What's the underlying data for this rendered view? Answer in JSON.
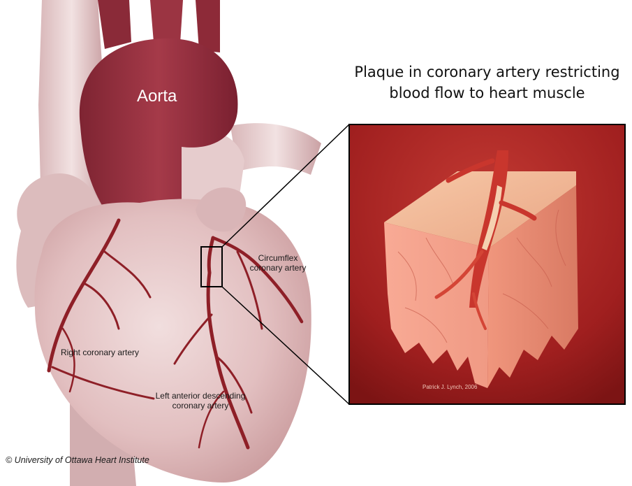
{
  "title": "Plaque in coronary artery restricting blood flow to heart muscle",
  "labels": {
    "aorta": "Aorta",
    "circumflex": "Circumflex coronary artery",
    "right_coronary": "Right coronary artery",
    "lad": "Left anterior descending coronary artery"
  },
  "credit": "© University of Ottawa Heart Institute",
  "inset_signature": "Patrick J. Lynch, 2006",
  "colors": {
    "heart_muscle": "#e8c9c9",
    "aorta": "#9a2f3e",
    "artery": "#8e1f27",
    "inset_background": "#9b1e1e",
    "tissue": "#f3a08a"
  }
}
